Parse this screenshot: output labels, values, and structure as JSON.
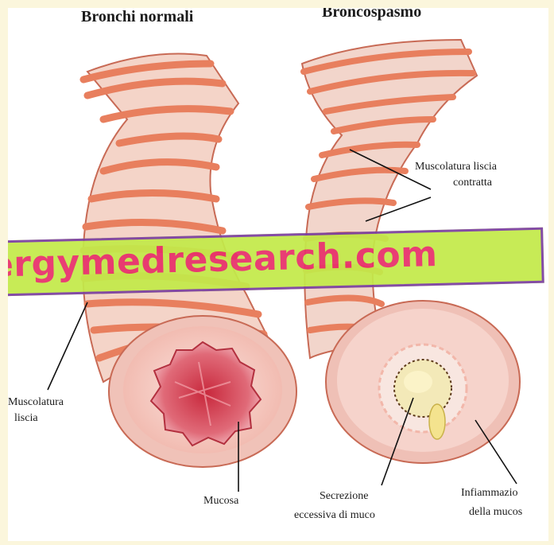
{
  "labels": {
    "normal_title": "Bronchi normali",
    "spasm_title": "Broncospasmo",
    "muscle_contracted_line1": "Muscolatura liscia",
    "muscle_contracted_line2": "contratta",
    "muscle_smooth_line1": "Muscolatura",
    "muscle_smooth_line2": "liscia",
    "mucosa": "Mucosa",
    "mucus_line1": "Secrezione",
    "mucus_line2": "eccessiva di muco",
    "inflammation_line1": "Infiammazio",
    "inflammation_line2": "della mucos"
  },
  "watermark": {
    "text": "ergymedresearch.com"
  },
  "colors": {
    "page_background": "#fbf6dc",
    "muscle_band": "#e87f5e",
    "tube_pink": "#f6d2c6",
    "mucosa_red": "#d9475a",
    "banner_fill": "#c3ea4a",
    "banner_border": "#7b3fa0",
    "watermark_text": "#e8306a"
  }
}
